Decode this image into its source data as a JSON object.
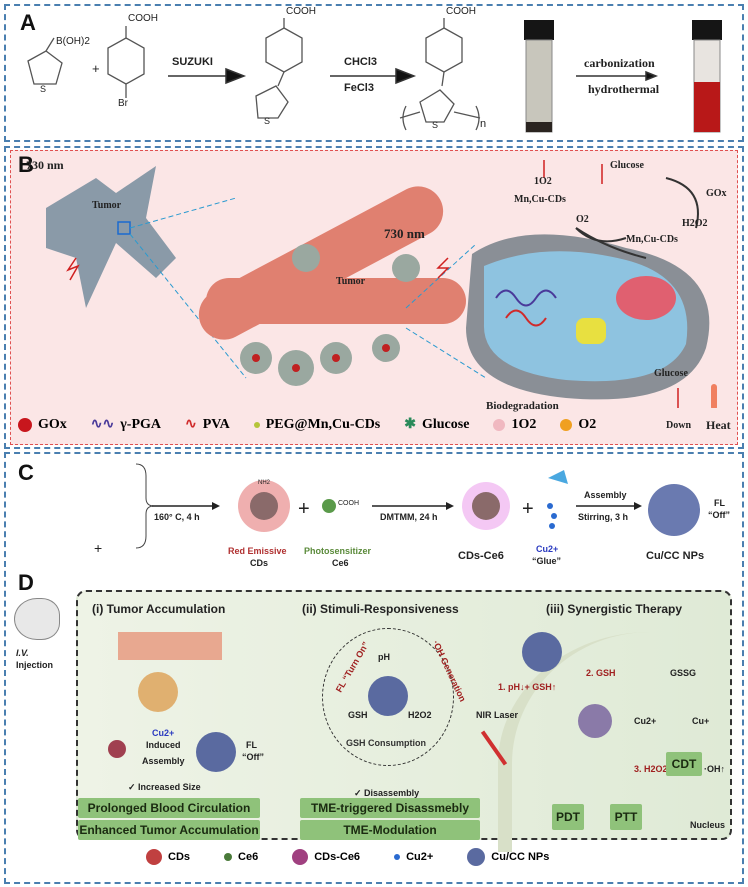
{
  "panel_a": {
    "label": "A",
    "reactant1_group": "B(OH)2",
    "reactant1_atom": "S",
    "plus": "+",
    "reactant2_top": "COOH",
    "reactant2_bottom": "Br",
    "step1": "SUZUKI",
    "product_top": "COOH",
    "product_atom": "S",
    "step2_top": "CHCl3",
    "step2_bottom": "FeCl3",
    "polymer_top": "COOH",
    "polymer_atom": "S",
    "polymer_n": "n",
    "step3_top": "carbonization",
    "step3_bottom": "hydrothermal"
  },
  "panel_b": {
    "label": "B",
    "laser_left": "730 nm",
    "tumor_left": "Tumor",
    "tumor_center": "Tumor",
    "laser_right": "730 nm",
    "singlet": "1O2",
    "glucose_top": "Glucose",
    "gox": "GOx",
    "mncu_top": "Mn,Cu-CDs",
    "o2": "O2",
    "h2o2": "H2O2",
    "mncu_bottom": "Mn,Cu-CDs",
    "glucose_cell": "Glucose",
    "down": "Down",
    "heat": "Heat",
    "biodeg": "Biodegradation",
    "legend": [
      {
        "label": "GOx",
        "color": "#c8161d"
      },
      {
        "label": "γ-PGA",
        "color": "#4a3a9a"
      },
      {
        "label": "PVA",
        "color": "#d02a2a"
      },
      {
        "label": "PEG@Mn,Cu-CDs",
        "color": "#b5c43a"
      },
      {
        "label": "Glucose",
        "color": "#2a8a5a"
      },
      {
        "label": "1O2",
        "color": "#f0b8c0"
      },
      {
        "label": "O2",
        "color": "#f0a020"
      }
    ]
  },
  "panel_c": {
    "label": "C",
    "plus": "+",
    "cond1": "160° C, 4 h",
    "cd_label1": "Red Emissive",
    "cd_label2": "CDs",
    "ps_label1": "Photosensitizer",
    "ps_label2": "Ce6",
    "cooh": "COOH",
    "nh2": "NH2",
    "cond2": "DMTMM, 24 h",
    "cdsce6": "CDs-Ce6",
    "cu": "Cu2+",
    "glue": "“Glue”",
    "assembly": "Assembly",
    "stirring": "Stirring, 3 h",
    "fl": "FL",
    "off": "“Off”",
    "nps": "Cu/CC NPs"
  },
  "panel_d": {
    "label": "D",
    "iv": "I.V.",
    "injection": "Injection",
    "sec1": {
      "title": "(i) Tumor Accumulation",
      "cu": "Cu2+",
      "induced": "Induced",
      "assembly": "Assembly",
      "fl": "FL",
      "off": "“Off”",
      "check": "✓ Increased Size",
      "box1": "Prolonged Blood Circulation",
      "box2": "Enhanced Tumor Accumulation"
    },
    "sec2": {
      "title": "(ii) Stimuli-Responsiveness",
      "ph": "pH",
      "gsh": "GSH",
      "h2o2": "H2O2",
      "turn_on": "FL “Turn On”",
      "oh_gen": "·OH Generation",
      "gsh_cons": "GSH Consumption",
      "check": "✓ Disassembly",
      "box1": "TME-triggered Disassmebly",
      "box2": "TME-Modulation"
    },
    "sec3": {
      "title": "(iii) Synergistic Therapy",
      "step1": "1. pH↓+ GSH↑",
      "step2": "2. GSH",
      "gssg": "GSSG",
      "cu2": "Cu2+",
      "cu1": "Cu+",
      "step3": "3. H2O2",
      "cdt": "CDT",
      "oh": "·OH↑",
      "nir": "NIR Laser",
      "pdt": "PDT",
      "ptt": "PTT",
      "nucleus": "Nucleus"
    },
    "legend": [
      {
        "label": "CDs"
      },
      {
        "label": "Ce6"
      },
      {
        "label": "CDs-Ce6"
      },
      {
        "label": "Cu2+"
      },
      {
        "label": "Cu/CC NPs"
      }
    ]
  }
}
